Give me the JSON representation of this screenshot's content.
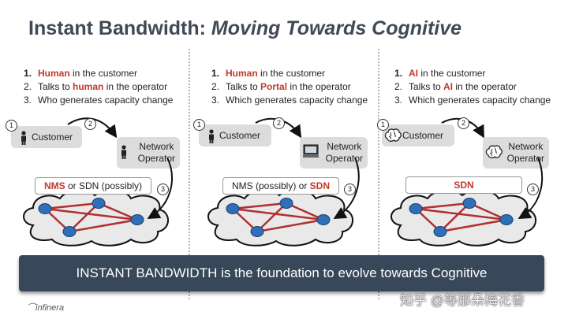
{
  "title": {
    "main": "Instant Bandwidth: ",
    "italic": "Moving Towards Cognitive"
  },
  "panels": [
    {
      "items": [
        {
          "num": "1.",
          "pre": "",
          "hl": "Human",
          "post": " in the customer"
        },
        {
          "num": "2.",
          "pre": "Talks to ",
          "hl": "human",
          "post": " in the operator"
        },
        {
          "num": "3.",
          "pre": "Who generates capacity change",
          "hl": "",
          "post": ""
        }
      ],
      "customer": "Customer",
      "operator_line1": "Network",
      "operator_line2": "Operator",
      "cap_plain1": "",
      "cap_hl1": "NMS",
      "cap_plain2": " or SDN (possibly)",
      "cap_hl2": ""
    },
    {
      "items": [
        {
          "num": "1.",
          "pre": "",
          "hl": "Human",
          "post": " in the customer"
        },
        {
          "num": "2.",
          "pre": "Talks to ",
          "hl": "Portal",
          "post": " in the operator"
        },
        {
          "num": "3.",
          "pre": "Which generates capacity change",
          "hl": "",
          "post": ""
        }
      ],
      "customer": "Customer",
      "operator_line1": "Network",
      "operator_line2": "Operator",
      "cap_plain1": "NMS (possibly) or ",
      "cap_hl1": "SDN",
      "cap_plain2": "",
      "cap_hl2": ""
    },
    {
      "items": [
        {
          "num": "1.",
          "pre": "",
          "hl": "AI",
          "post": " in the customer"
        },
        {
          "num": "2.",
          "pre": "Talks to ",
          "hl": "AI",
          "post": " in the operator"
        },
        {
          "num": "3.",
          "pre": "Which generates capacity change",
          "hl": "",
          "post": ""
        }
      ],
      "customer": "Customer",
      "operator_line1": "Network",
      "operator_line2": "Operator",
      "cap_plain1": "",
      "cap_hl1": "SDN",
      "cap_plain2": "",
      "cap_hl2": ""
    }
  ],
  "step_numbers": [
    "1",
    "2",
    "3"
  ],
  "banner": "INSTANT BANDWIDTH is the foundation to evolve towards Cognitive",
  "logo": "infinera",
  "watermark": "知乎 @等那朵梅花香",
  "colors": {
    "highlight": "#c0392b",
    "banner": "#38475a",
    "node": "#2f6fb8",
    "link": "#b03030"
  }
}
